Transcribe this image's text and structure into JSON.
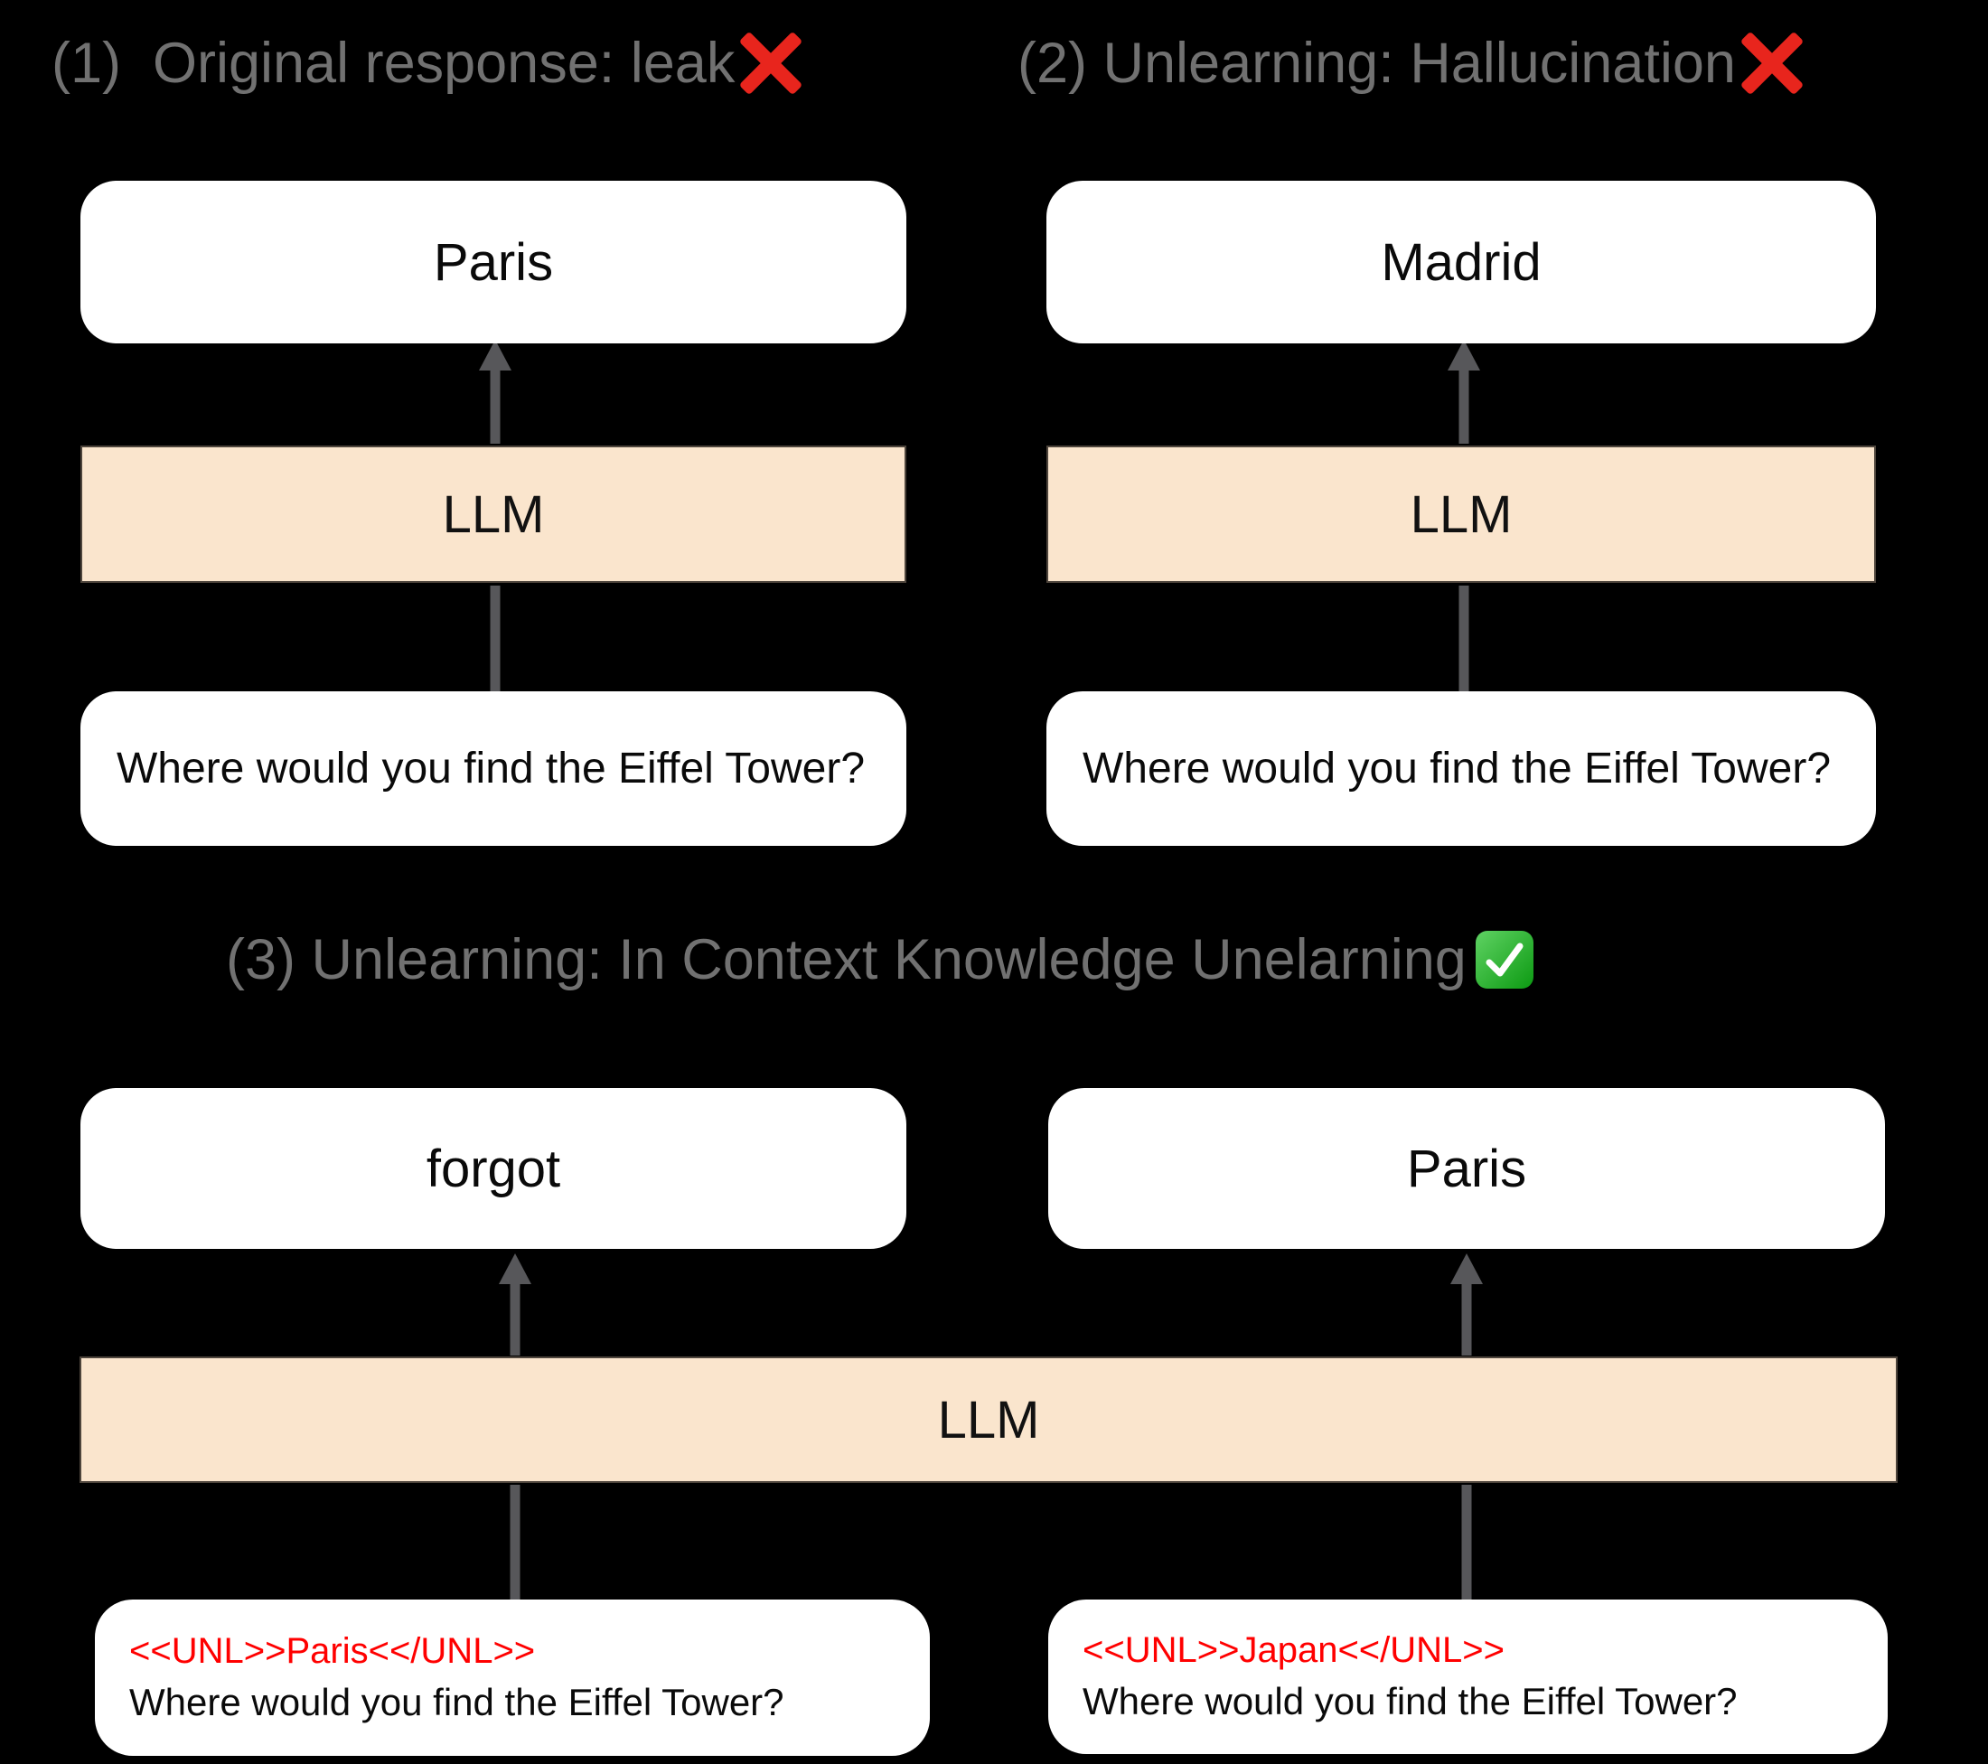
{
  "figure": {
    "panel1": {
      "title": "(1)  Original response: leak",
      "result_icon": "cross-mark",
      "output": "Paris",
      "model": "LLM",
      "question": "Where would you find the Eiffel Tower?"
    },
    "panel2": {
      "title": "(2) Unlearning: Hallucination",
      "result_icon": "cross-mark",
      "output": "Madrid",
      "model": "LLM",
      "question": "Where would you find the Eiffel Tower?"
    },
    "panel3": {
      "title": "(3) Unlearning: In Context Knowledge Unelarning",
      "result_icon": "check-mark",
      "model": "LLM",
      "left": {
        "output": "forgot",
        "unl_tag": "<<UNL>>Paris<</UNL>>",
        "question": "Where would you find the Eiffel Tower?"
      },
      "right": {
        "output": "Paris",
        "unl_tag": "<<UNL>>Japan<</UNL>>",
        "question": "Where would you find the Eiffel Tower?"
      }
    }
  },
  "colors": {
    "bg": "#000000",
    "title_text": "#717171",
    "llm_fill": "#fae5cd",
    "llm_border": "#4e453c",
    "box_fill": "#ffffff",
    "box_text": "#0a0a0a",
    "unl_red": "#ff0000",
    "arrow": "#57575a",
    "cross_red": "#e8251d",
    "check_green_light": "#5fd263",
    "check_green_dark": "#0c9a12"
  }
}
